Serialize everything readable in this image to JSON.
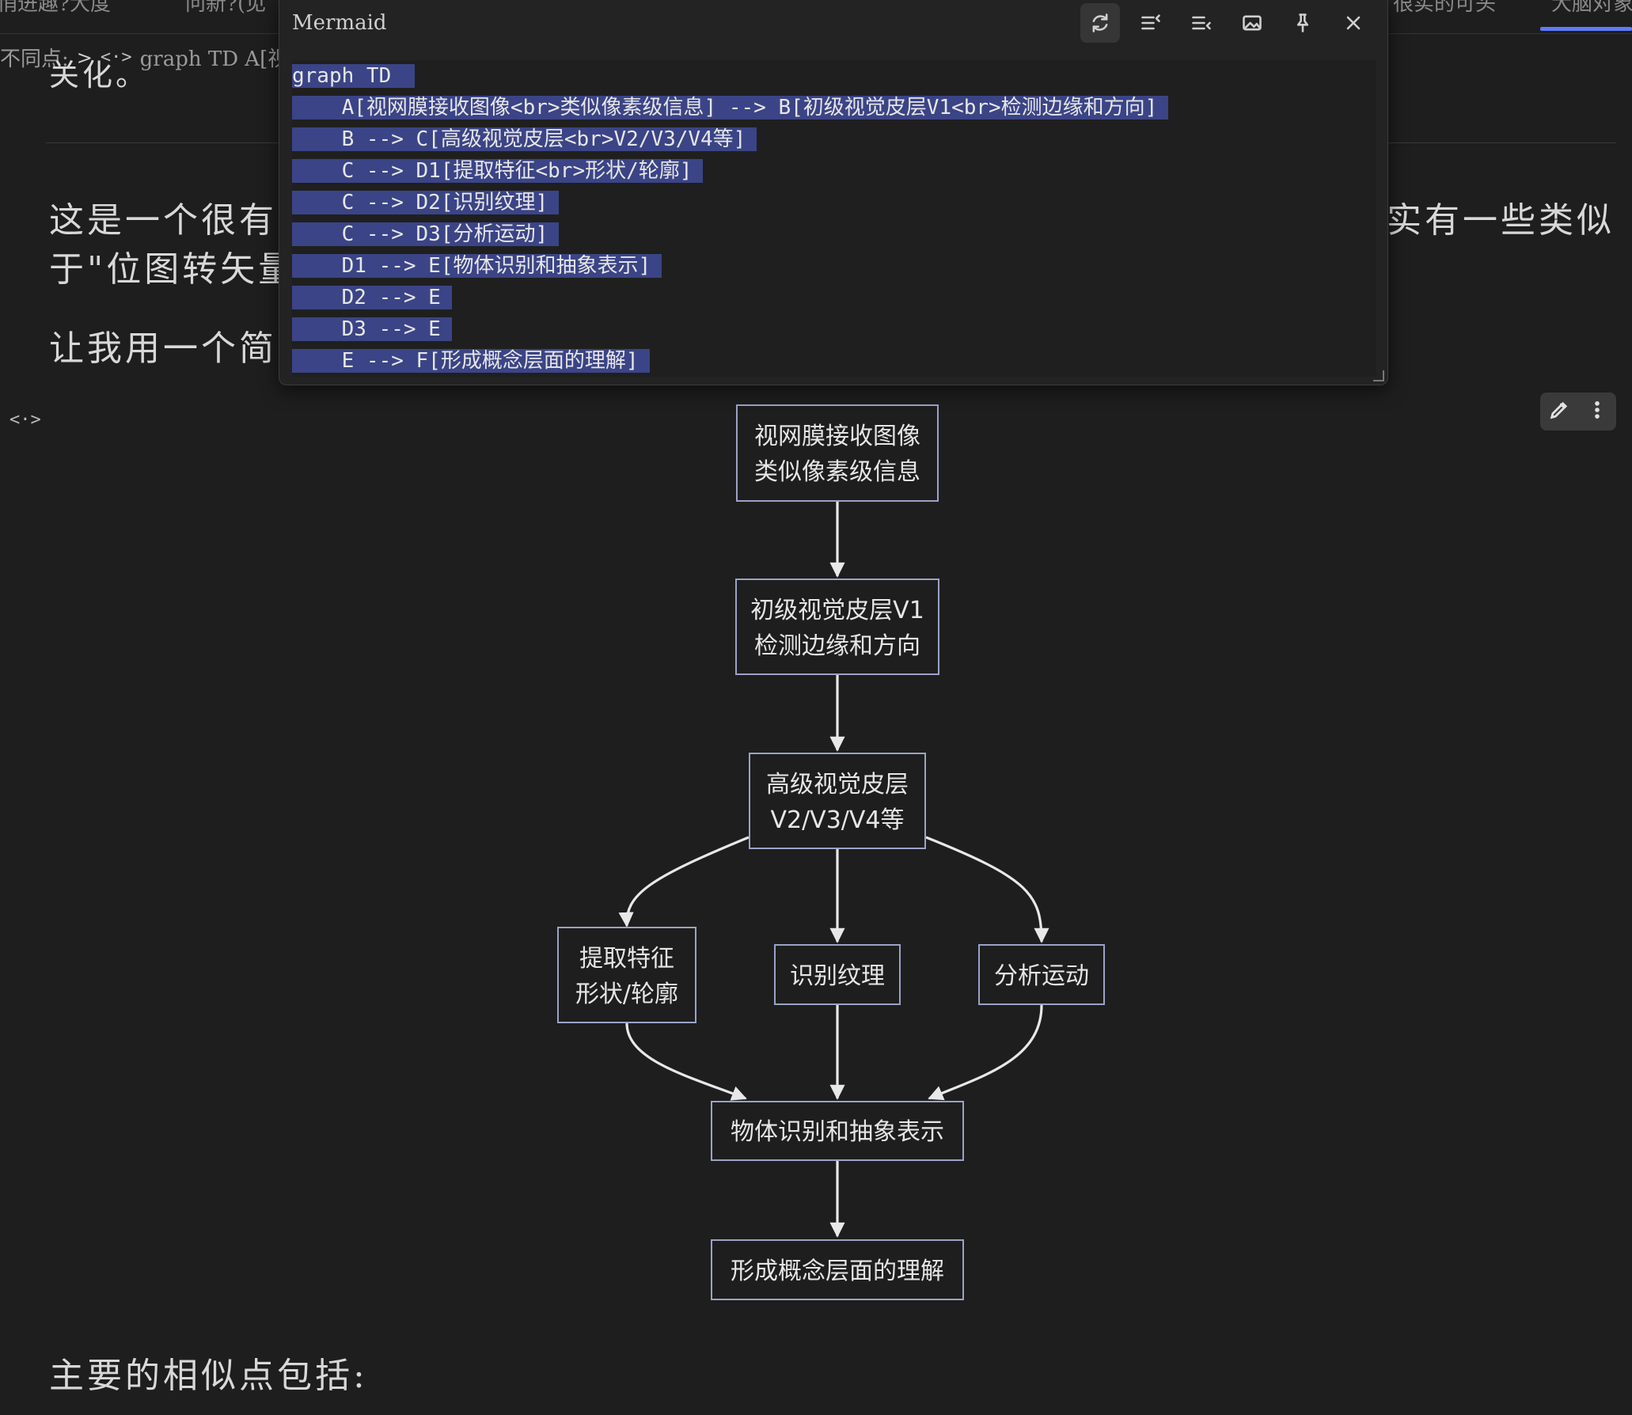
{
  "tabs": [
    {
      "label": "悄进趣?大度"
    },
    {
      "label": "问新?(见"
    },
    {
      "label": "很实的可头"
    },
    {
      "label": "大脑对象"
    }
  ],
  "breadcrumb": {
    "prefix": "不同点:",
    "separator": ">",
    "code_icon": "<·>",
    "item": "graph TD A[视"
  },
  "document": {
    "line_top": "关化。",
    "para1_left_line1": "这是一个很有",
    "para1_left_line2": "于\"位图转矢量",
    "para1_right_line1": "实有一些类似",
    "para2_left": "让我用一个简",
    "bottom": "主要的相似点包括:"
  },
  "popup": {
    "title": "Mermaid",
    "tools": [
      "refresh-icon",
      "wrap-left-icon",
      "wrap-right-icon",
      "image-icon",
      "pin-icon",
      "close-icon"
    ],
    "code_lines": [
      "graph TD ",
      "    A[视网膜接收图像<br>类似像素级信息] --> B[初级视觉皮层V1<br>检测边缘和方向]",
      "    B --> C[高级视觉皮层<br>V2/V3/V4等]",
      "    C --> D1[提取特征<br>形状/轮廓]",
      "    C --> D2[识别纹理]",
      "    C --> D3[分析运动]",
      "    D1 --> E[物体识别和抽象表示]",
      "    D2 --> E",
      "    D3 --> E",
      "    E --> F[形成概念层面的理解]"
    ]
  },
  "side": {
    "code_toggle": "<·>"
  },
  "diagram": {
    "A": [
      "视网膜接收图像",
      "类似像素级信息"
    ],
    "B": [
      "初级视觉皮层V1",
      "检测边缘和方向"
    ],
    "C": [
      "高级视觉皮层",
      "V2/V3/V4等"
    ],
    "D1": [
      "提取特征",
      "形状/轮廓"
    ],
    "D2": [
      "识别纹理"
    ],
    "D3": [
      "分析运动"
    ],
    "E": [
      "物体识别和抽象表示"
    ],
    "F": [
      "形成概念层面的理解"
    ]
  }
}
